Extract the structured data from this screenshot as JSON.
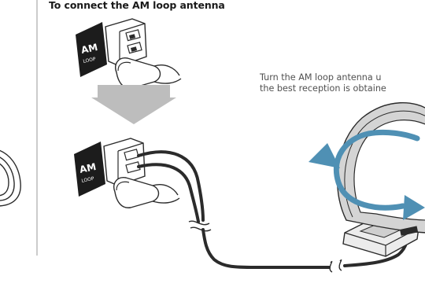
{
  "page": {
    "heading": "To connect the AM loop antenna",
    "caption_line1": "Turn the AM loop antenna u",
    "caption_line2": "the best reception is obtaine"
  },
  "illustration": {
    "terminal_label_top_1": "AM",
    "terminal_label_top_2": "LOOP",
    "terminal_label_bottom_1": "AM",
    "terminal_label_bottom_2": "LOOP",
    "palette": {
      "ink": "#2b2b2b",
      "arrow_gray": "#bdbdbd",
      "rotation_arrow": "#4f90b4",
      "antenna_frame": "#d4d4d4",
      "divider": "#9a9a9a"
    }
  }
}
